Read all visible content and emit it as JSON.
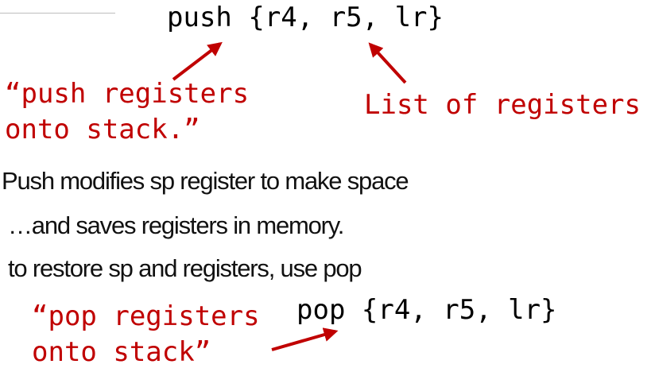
{
  "colors": {
    "code": "#000000",
    "annotation": "#c00000",
    "text": "#111111"
  },
  "push_instruction": "push {r4, r5, lr}",
  "push_note_line1": "“push registers",
  "push_note_line2": "onto stack.”",
  "list_note": "List of registers",
  "bullets": [
    "Push modifies sp register to make space",
    "…and saves registers in memory.",
    "to restore sp and registers, use pop"
  ],
  "pop_instruction": "pop {r4, r5, lr}",
  "pop_note_line1": "“pop registers",
  "pop_note_line2": "onto stack”"
}
